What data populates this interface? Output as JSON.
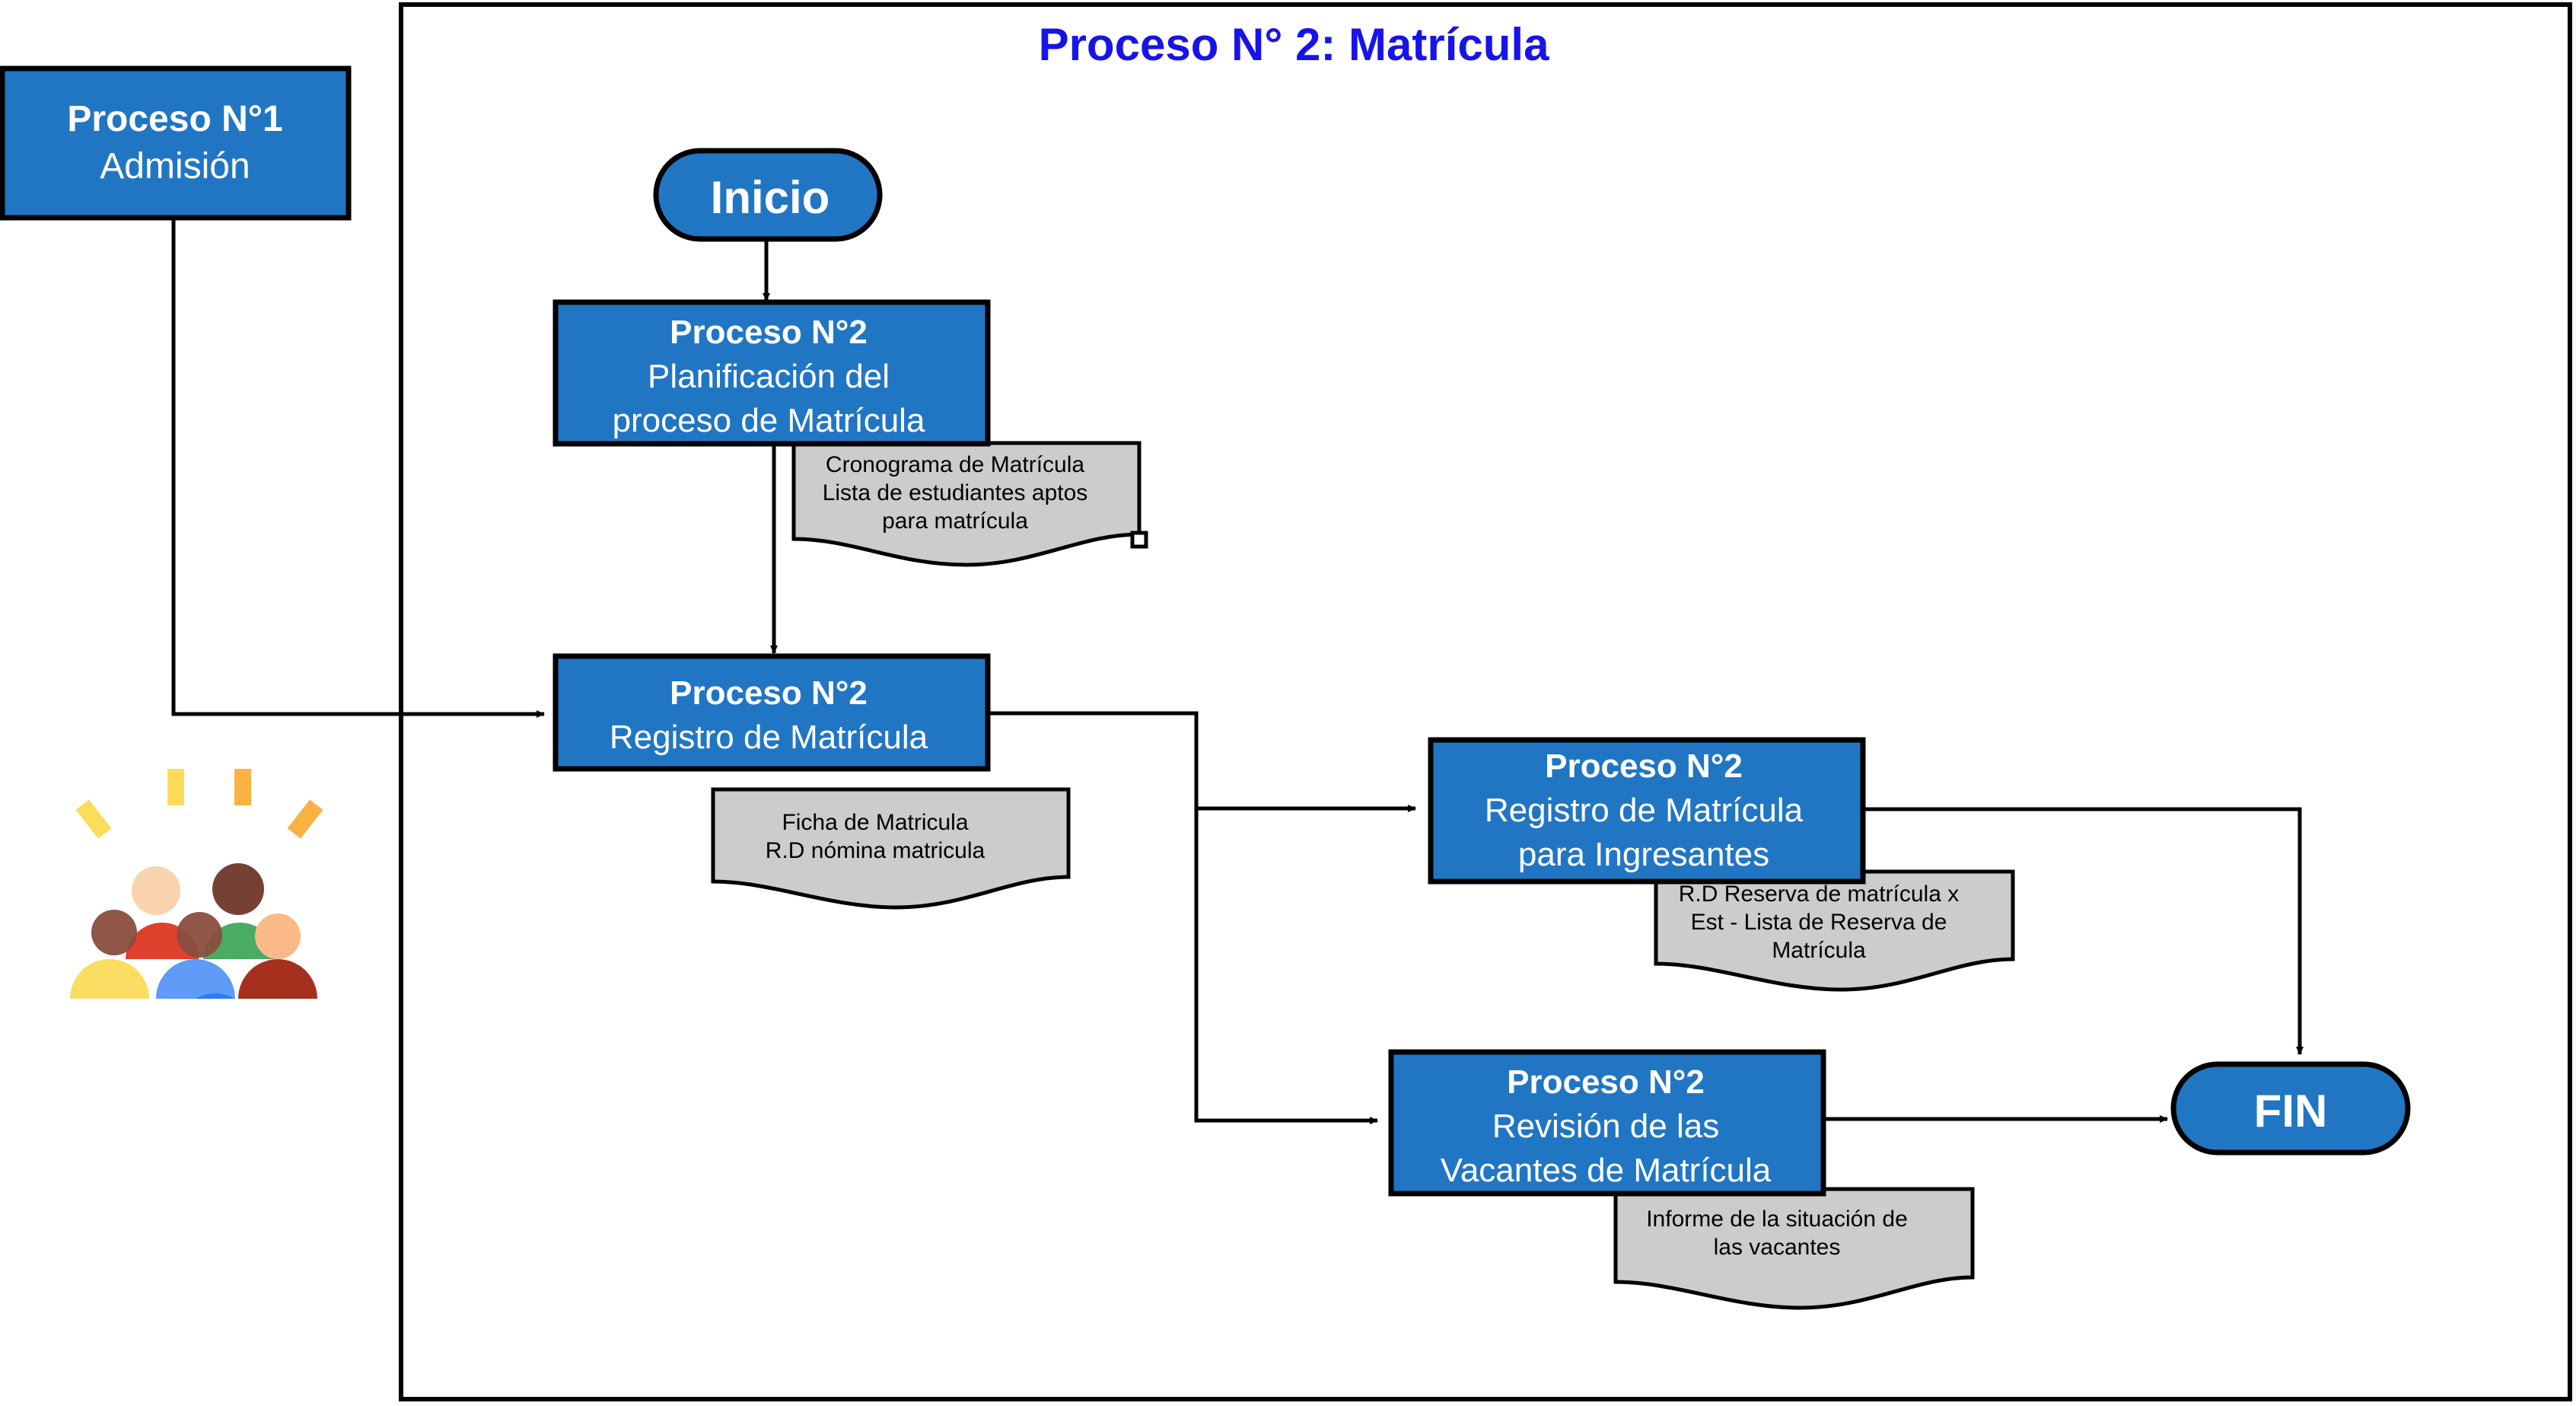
{
  "diagram": {
    "title": "Proceso N° 2: Matrícula",
    "title_color": "#1714e8",
    "frame": {
      "stroke": "#000000"
    },
    "palette": {
      "process_fill": "#2176c4",
      "process_stroke": "#000000",
      "process_text": "#ffffff",
      "document_fill": "#cccccc",
      "document_stroke": "#000000",
      "document_text": "#000000",
      "connector": "#000000"
    },
    "nodes": {
      "proceso1": {
        "shape": "rectangle",
        "line1": "Proceso N°1",
        "line2": "Admisión"
      },
      "inicio": {
        "shape": "terminator",
        "line1": "Inicio"
      },
      "planificacion": {
        "shape": "rectangle",
        "line1": "Proceso N°2",
        "line2": "Planificación del",
        "line3": "proceso de Matrícula"
      },
      "registro": {
        "shape": "rectangle",
        "line1": "Proceso N°2",
        "line2": "Registro de Matrícula"
      },
      "ingresantes": {
        "shape": "rectangle",
        "line1": "Proceso N°2",
        "line2": "Registro de Matrícula",
        "line3": "para Ingresantes"
      },
      "revision": {
        "shape": "rectangle",
        "line1": "Proceso N°2",
        "line2": "Revisión de las",
        "line3": "Vacantes de Matrícula"
      },
      "fin": {
        "shape": "terminator",
        "line1": "FIN"
      }
    },
    "documents": {
      "cronograma": {
        "line1": "Cronograma de Matrícula",
        "line2": "Lista de estudiantes aptos",
        "line3": "para matrícula"
      },
      "ficha": {
        "line1": "Ficha de Matricula",
        "line2": "R.D nómina matricula"
      },
      "reserva": {
        "line1": "R.D Reserva de matrícula x",
        "line2": "Est - Lista de Reserva de",
        "line3": "Matrícula"
      },
      "informe": {
        "line1": "Informe de la situación de",
        "line2": "las vacantes"
      }
    },
    "icons": {
      "people": "people-group-icon"
    }
  }
}
